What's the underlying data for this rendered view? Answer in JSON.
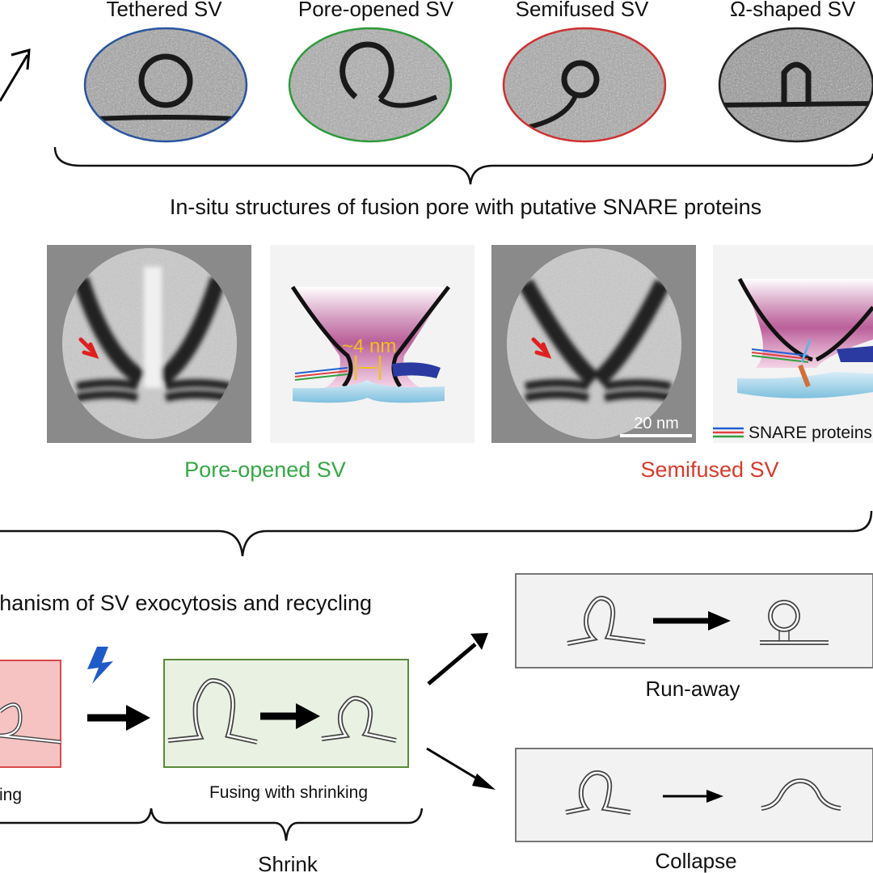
{
  "top_row": {
    "labels": [
      "Tethered SV",
      "Pore-opened SV",
      "Semifused SV",
      "Ω-shaped SV"
    ],
    "border_colors": [
      "#2a55a0",
      "#2e9a3a",
      "#d03030",
      "#222222"
    ]
  },
  "middle": {
    "heading": "In-situ structures of fusion pore with putative SNARE proteins",
    "pore_label": "~4 nm",
    "scale_bar": "20 nm",
    "legend": "SNARE proteins",
    "caption_left": "Pore-opened SV",
    "caption_right": "Semifused SV",
    "caption_left_color": "#35a845",
    "caption_right_color": "#d83a2a"
  },
  "bottom": {
    "heading": "Mechanism of SV exocytosis and recycling",
    "left_caption": "Docking",
    "center_caption": "Fusing with shrinking",
    "brace_label": "Shrink",
    "runaway_label": "Run-away",
    "collapse_label": "Collapse"
  },
  "colors": {
    "red_box_fill": "#f6c2c2",
    "red_box_stroke": "#d94a4a",
    "green_box_fill": "#e9f1e2",
    "green_box_stroke": "#5a8a3a",
    "gray_box_fill": "#f2f2f2",
    "lightning": "#1f5bc8"
  }
}
